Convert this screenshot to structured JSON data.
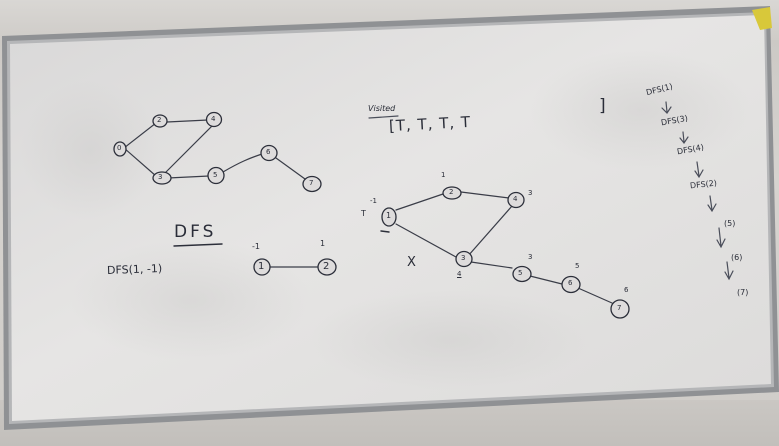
{
  "board": {
    "heading": "DFS",
    "call": "DFS(1, -1)",
    "visited_label": "Visited",
    "visited_array": "[T, T, T, T",
    "visited_close": "]",
    "cross_mark": "X",
    "t_mark": "T"
  },
  "graph1": {
    "nodes": [
      "0",
      "2",
      "4",
      "3",
      "5",
      "6",
      "7"
    ]
  },
  "small_pair": {
    "left": "1",
    "right": "2",
    "left_parent": "-1",
    "right_parent": "1"
  },
  "graph2": {
    "nodes": [
      "1",
      "2",
      "4",
      "3",
      "5",
      "6",
      "7"
    ],
    "parents": {
      "n1": "-1",
      "n2": "1",
      "n4": "3",
      "n3": "4",
      "n5": "3",
      "n6": "5",
      "n7": "6"
    }
  },
  "stack": {
    "items": [
      "DFS(1)",
      "DFS(3)",
      "DFS(4)",
      "DFS(2)",
      "(5)",
      "(6)",
      "(7)"
    ]
  },
  "colors": {
    "board": "#e4e3e2",
    "frame": "#8a8c8f",
    "marker": "#2c2f3a",
    "magnet": "#d8c83a"
  }
}
